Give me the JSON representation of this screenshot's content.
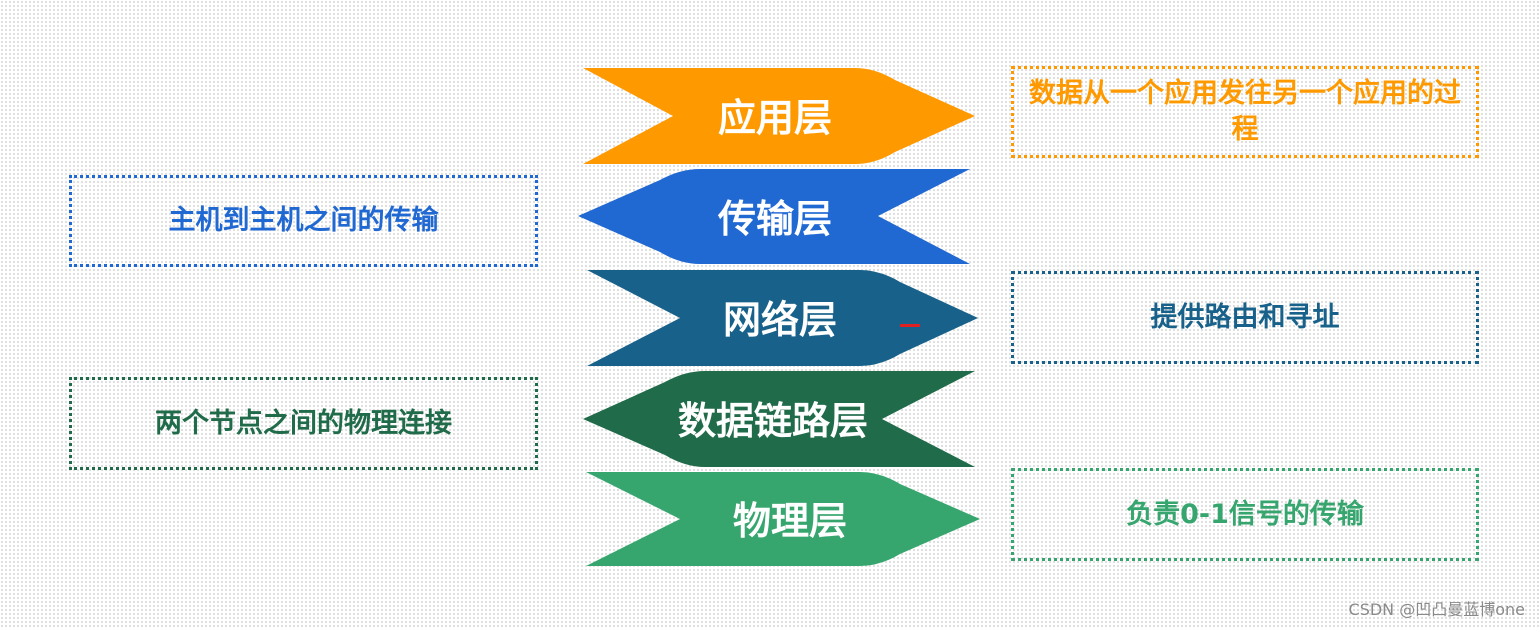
{
  "layers": [
    {
      "label": "应用层",
      "color": "#FF9900",
      "shape": "notched-arrow-right"
    },
    {
      "label": "传输层",
      "color": "#2068D2",
      "shape": "arrow-left"
    },
    {
      "label": "网络层",
      "color": "#17618A",
      "shape": "notched-arrow-right"
    },
    {
      "label": "数据链路层",
      "color": "#206B49",
      "shape": "arrow-left"
    },
    {
      "label": "物理层",
      "color": "#36A66E",
      "shape": "notched-arrow-right"
    }
  ],
  "notes": [
    {
      "text": "数据从一个应用发往另一个应用的过程",
      "color": "#FF9900",
      "layer": "应用层"
    },
    {
      "text": "主机到主机之间的传输",
      "color": "#2068D2",
      "layer": "传输层"
    },
    {
      "text": "提供路由和寻址",
      "color": "#17618A",
      "layer": "网络层"
    },
    {
      "text": "两个节点之间的物理连接",
      "color": "#206B49",
      "layer": "数据链路层"
    },
    {
      "text": "负责0-1信号的传输",
      "color": "#36A66E",
      "layer": "物理层"
    }
  ],
  "marker_color": "#E02020",
  "watermark": "CSDN @凹凸曼蓝博one"
}
